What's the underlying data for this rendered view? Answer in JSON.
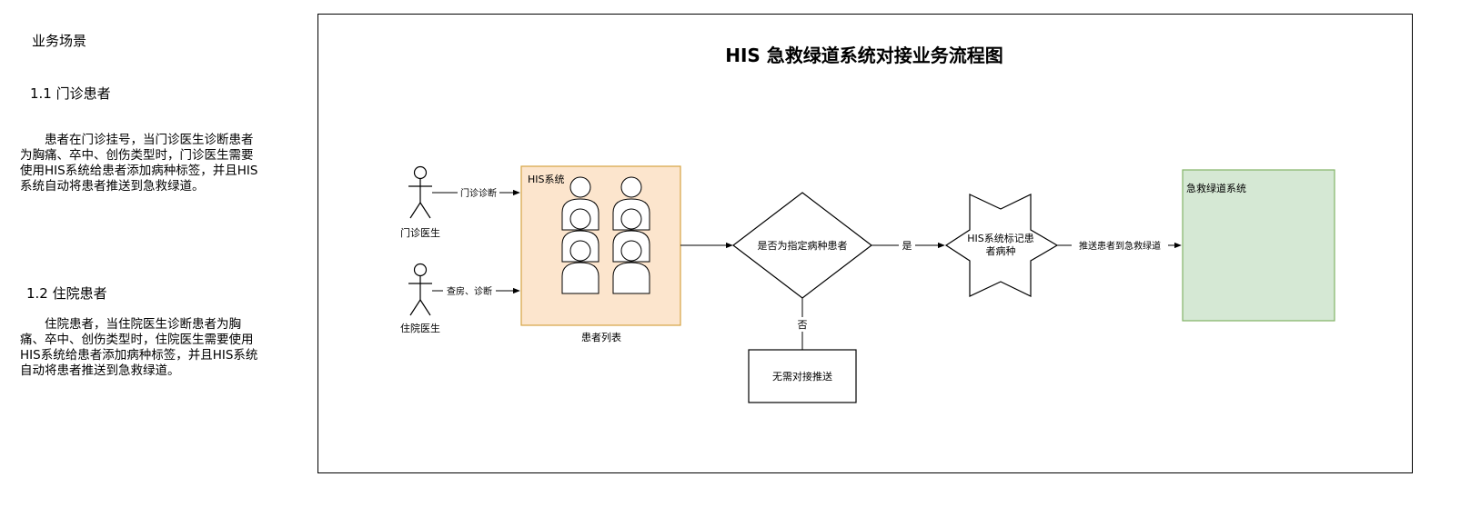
{
  "sidebar": {
    "heading": "业务场景",
    "section1": {
      "title": "1.1 门诊患者",
      "body": "患者在门诊挂号，当门诊医生诊断患者为胸痛、卒中、创伤类型时，门诊医生需要使用HIS系统给患者添加病种标签，并且HIS系统自动将患者推送到急救绿道。"
    },
    "section2": {
      "title": "1.2 住院患者",
      "body": "住院患者，当住院医生诊断患者为胸痛、卒中、创伤类型时，住院医生需要使用HIS系统给患者添加病种标签，并且HIS系统自动将患者推送到急救绿道。"
    }
  },
  "diagram": {
    "title": "HIS 急救绿道系统对接业务流程图",
    "actors": {
      "outpatient_doctor": "门诊医生",
      "inpatient_doctor": "住院医生"
    },
    "edges": {
      "outpatient_diag": "门诊诊断",
      "ward_round": "查房、诊断",
      "yes": "是",
      "no": "否",
      "push": "推送患者到急救绿道"
    },
    "his_box": {
      "label": "HIS系统",
      "caption": "患者列表"
    },
    "decision": "是否为指定病种患者",
    "mark_node": {
      "line1": "HIS系统标记患",
      "line2": "者病种"
    },
    "no_push": "无需对接推送",
    "green_channel": "急救绿道系统",
    "colors": {
      "his_fill": "#fce5cd",
      "his_stroke": "#d6a443",
      "green_fill": "#d5e8d4",
      "green_stroke": "#82b366"
    }
  }
}
